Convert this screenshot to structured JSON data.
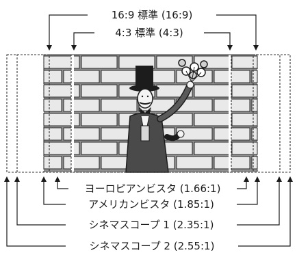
{
  "labels": {
    "top_16_9": "16:9 標準 (16:9)",
    "top_4_3": "4:3 標準 (4:3)",
    "european_vista": "ヨーロピアンビスタ (1.66:1)",
    "american_vista": "アメリカンビスタ (1.85:1)",
    "cinemascope_1": "シネマスコープ 1 (2.35:1)",
    "cinemascope_2": "シネマスコープ 2 (2.55:1)"
  },
  "illustration": {
    "subject": "man-with-top-hat-holding-bouquet",
    "background": "brick-wall"
  },
  "colors": {
    "brick_fill": "#e9e9e9",
    "brick_stroke": "#2b2b2b",
    "wall_bg": "#8f8f8f",
    "line": "#1a1a1a",
    "dashed": "#333333"
  }
}
